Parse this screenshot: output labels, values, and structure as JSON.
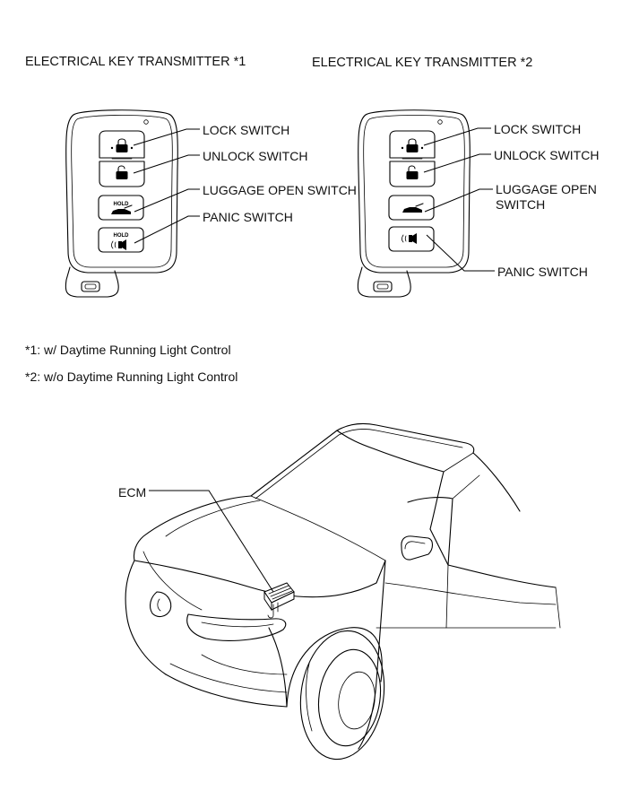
{
  "transmitter1": {
    "title": "ELECTRICAL KEY TRANSMITTER",
    "mark": "*1",
    "labels": {
      "lock": "LOCK SWITCH",
      "unlock": "UNLOCK SWITCH",
      "luggage": "LUGGAGE OPEN SWITCH",
      "panic": "PANIC SWITCH"
    },
    "button_text": {
      "hold_luggage": "HOLD",
      "hold_panic": "HOLD"
    }
  },
  "transmitter2": {
    "title": "ELECTRICAL KEY TRANSMITTER",
    "mark": "*2",
    "labels": {
      "lock": "LOCK SWITCH",
      "unlock": "UNLOCK SWITCH",
      "luggage_line1": "LUGGAGE OPEN",
      "luggage_line2": "SWITCH",
      "panic": "PANIC SWITCH"
    }
  },
  "notes": [
    "*1: w/ Daytime Running Light Control",
    "*2: w/o Daytime Running Light Control"
  ],
  "vehicle": {
    "ecm_label": "ECM"
  },
  "icons": [
    "lock-icon",
    "unlock-icon",
    "car-trunk-icon",
    "panic-horn-icon",
    "key-ring-icon",
    "led-indicator-icon"
  ]
}
